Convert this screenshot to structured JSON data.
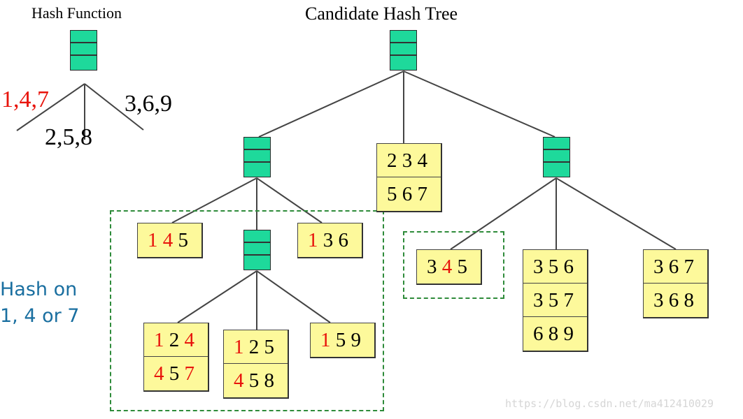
{
  "hash_function": {
    "title": "Hash Function",
    "branches": [
      {
        "label": "1,4,7",
        "color": "#e8140c"
      },
      {
        "label": "2,5,8",
        "color": "#000000"
      },
      {
        "label": "3,6,9",
        "color": "#000000"
      }
    ]
  },
  "tree": {
    "title": "Candidate Hash Tree",
    "leaves": {
      "l_145": [
        [
          {
            "d": "1",
            "hl": true
          },
          {
            "d": "4",
            "hl": true
          },
          {
            "d": "5",
            "hl": false
          }
        ]
      ],
      "l_136": [
        [
          {
            "d": "1",
            "hl": true
          },
          {
            "d": "3",
            "hl": false
          },
          {
            "d": "6",
            "hl": false
          }
        ]
      ],
      "l_124_457": [
        [
          {
            "d": "1",
            "hl": true
          },
          {
            "d": "2",
            "hl": false
          },
          {
            "d": "4",
            "hl": true
          }
        ],
        [
          {
            "d": "4",
            "hl": true
          },
          {
            "d": "5",
            "hl": false
          },
          {
            "d": "7",
            "hl": true
          }
        ]
      ],
      "l_125_458": [
        [
          {
            "d": "1",
            "hl": true
          },
          {
            "d": "2",
            "hl": false
          },
          {
            "d": "5",
            "hl": false
          }
        ],
        [
          {
            "d": "4",
            "hl": true
          },
          {
            "d": "5",
            "hl": false
          },
          {
            "d": "8",
            "hl": false
          }
        ]
      ],
      "l_159": [
        [
          {
            "d": "1",
            "hl": true
          },
          {
            "d": "5",
            "hl": false
          },
          {
            "d": "9",
            "hl": false
          }
        ]
      ],
      "l_234_567": [
        [
          {
            "d": "2",
            "hl": false
          },
          {
            "d": "3",
            "hl": false
          },
          {
            "d": "4",
            "hl": false
          }
        ],
        [
          {
            "d": "5",
            "hl": false
          },
          {
            "d": "6",
            "hl": false
          },
          {
            "d": "7",
            "hl": false
          }
        ]
      ],
      "l_345": [
        [
          {
            "d": "3",
            "hl": false
          },
          {
            "d": "4",
            "hl": true
          },
          {
            "d": "5",
            "hl": false
          }
        ]
      ],
      "l_356_357_689": [
        [
          {
            "d": "3",
            "hl": false
          },
          {
            "d": "5",
            "hl": false
          },
          {
            "d": "6",
            "hl": false
          }
        ],
        [
          {
            "d": "3",
            "hl": false
          },
          {
            "d": "5",
            "hl": false
          },
          {
            "d": "7",
            "hl": false
          }
        ],
        [
          {
            "d": "6",
            "hl": false
          },
          {
            "d": "8",
            "hl": false
          },
          {
            "d": "9",
            "hl": false
          }
        ]
      ],
      "l_367_368": [
        [
          {
            "d": "3",
            "hl": false
          },
          {
            "d": "6",
            "hl": false
          },
          {
            "d": "7",
            "hl": false
          }
        ],
        [
          {
            "d": "3",
            "hl": false
          },
          {
            "d": "6",
            "hl": false
          },
          {
            "d": "8",
            "hl": false
          }
        ]
      ]
    }
  },
  "side_note": {
    "line1": "Hash on",
    "line2": "1, 4 or 7"
  },
  "watermark": "https://blog.csdn.net/ma412410029",
  "colors": {
    "hash_node": "#1ed99b",
    "leaf": "#fdf99b",
    "highlight": "#e8140c",
    "dashed": "#2e8b3a",
    "note": "#1a6fa0"
  }
}
